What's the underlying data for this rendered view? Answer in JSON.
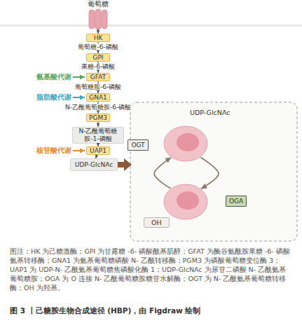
{
  "diagram": {
    "caption": "图 3 丨己糖胺生物合成途径 (HBP)，由 Figdraw 绘制",
    "nodes": [
      {
        "text": [
          "HK"
        ]
      },
      {
        "text": [
          "GPI"
        ]
      },
      {
        "text": [
          "GFAT"
        ]
      },
      {
        "text": [
          "GNA1"
        ]
      },
      {
        "text": [
          "PGM3"
        ]
      },
      {
        "text": [
          "N-乙酰葡萄糖 胺-1-磷酸"
        ]
      },
      {
        "text": [
          "UAP1"
        ]
      },
      {
        "text": [
          "UDP-GlcNAc"
        ]
      },
      {
        "text": [
          "OGT"
        ]
      },
      {
        "text": [
          "UDP-GlcNAc"
        ]
      },
      {
        "text": [
          "OGA"
        ]
      },
      {
        "text": [
          "OH"
        ]
      }
    ],
    "edges": [
      {
        "from": 0,
        "to": 1,
        "label": "葡萄糖-6-磷酸",
        "arrow": "to"
      },
      {
        "from": 1,
        "to": 2,
        "label": "果糖-6-磷酸",
        "arrow": "to"
      },
      {
        "from": 2,
        "to": 3,
        "label": "葡萄糖胺-6-磷酸",
        "arrow": "to"
      },
      {
        "from": 3,
        "to": 4,
        "label": "N-乙酰葡萄糖胺-6-磷酸",
        "arrow": "to"
      },
      {
        "from": 4,
        "to": 5,
        "arrow": "to"
      },
      {
        "from": 5,
        "to": 6,
        "arrow": "to"
      },
      {
        "from": 6,
        "to": 7,
        "arrow": "to"
      },
      {
        "from": 11,
        "to": 9,
        "arrow": "to"
      },
      {
        "from": 9,
        "to": 11,
        "arrow": "to"
      }
    ],
    "labels": [
      "葡萄糖",
      "氨基酸代谢",
      "脂肪酸代谢",
      "核苷酸代谢",
      "图注：HK 为己糖激酶；GPI 为甘露糖 -6- 磷酸酰基肌醇；GFAT 为酶谷氨酰胺果糖 -6- 磷酸氨基转移酶；GNA1 为氨基葡萄糖磷酸 N- 乙酰转移酶；PGM3 为磷酸葡萄糖变位酶 3；UAP1 为 UDP-N- 乙酰氨基葡萄糖焦磷酸化酶 1；UDP-GlcNAc 为尿苷二磷酸 N- 乙酰氨基葡萄糖胺；OGA 为 O 连接 N- 乙酰葡萄糖胺糖苷水解酶；OGT 为 N- 乙酰氨基葡萄糖转移酶；OH 为羟基。"
    ]
  }
}
